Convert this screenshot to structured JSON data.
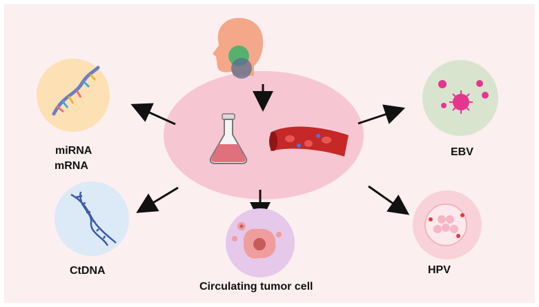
{
  "colors": {
    "background": "#fbeff0",
    "frame": "#ffffff",
    "center_ellipse": "#f7c6d3",
    "arrow": "#111111",
    "rna_circle": "#fde0b3",
    "ctdna_circle": "#dce9f6",
    "ctc_circle": "#e5c8ea",
    "ebv_circle": "#d9e4cf",
    "hpv_circle": "#f8d2d8",
    "head": "#f4a889",
    "blood_vessel": "#c62828",
    "flask_liquid": "#e0707c"
  },
  "icons": {
    "head": "human-head-profile-icon",
    "flask": "blood-sample-flask-icon",
    "vessel": "blood-vessel-icon",
    "rna": "rna-strand-icon",
    "dna": "dna-double-helix-icon",
    "ctc": "tumor-cell-icon",
    "ebv": "ebv-virus-icon",
    "hpv": "hpv-virus-icon"
  },
  "labels": {
    "mirna": "miRNA",
    "mrna": "mRNA",
    "ctdna": "CtDNA",
    "ctc": "Circulating tumor cell",
    "ebv": "EBV",
    "hpv": "HPV"
  }
}
